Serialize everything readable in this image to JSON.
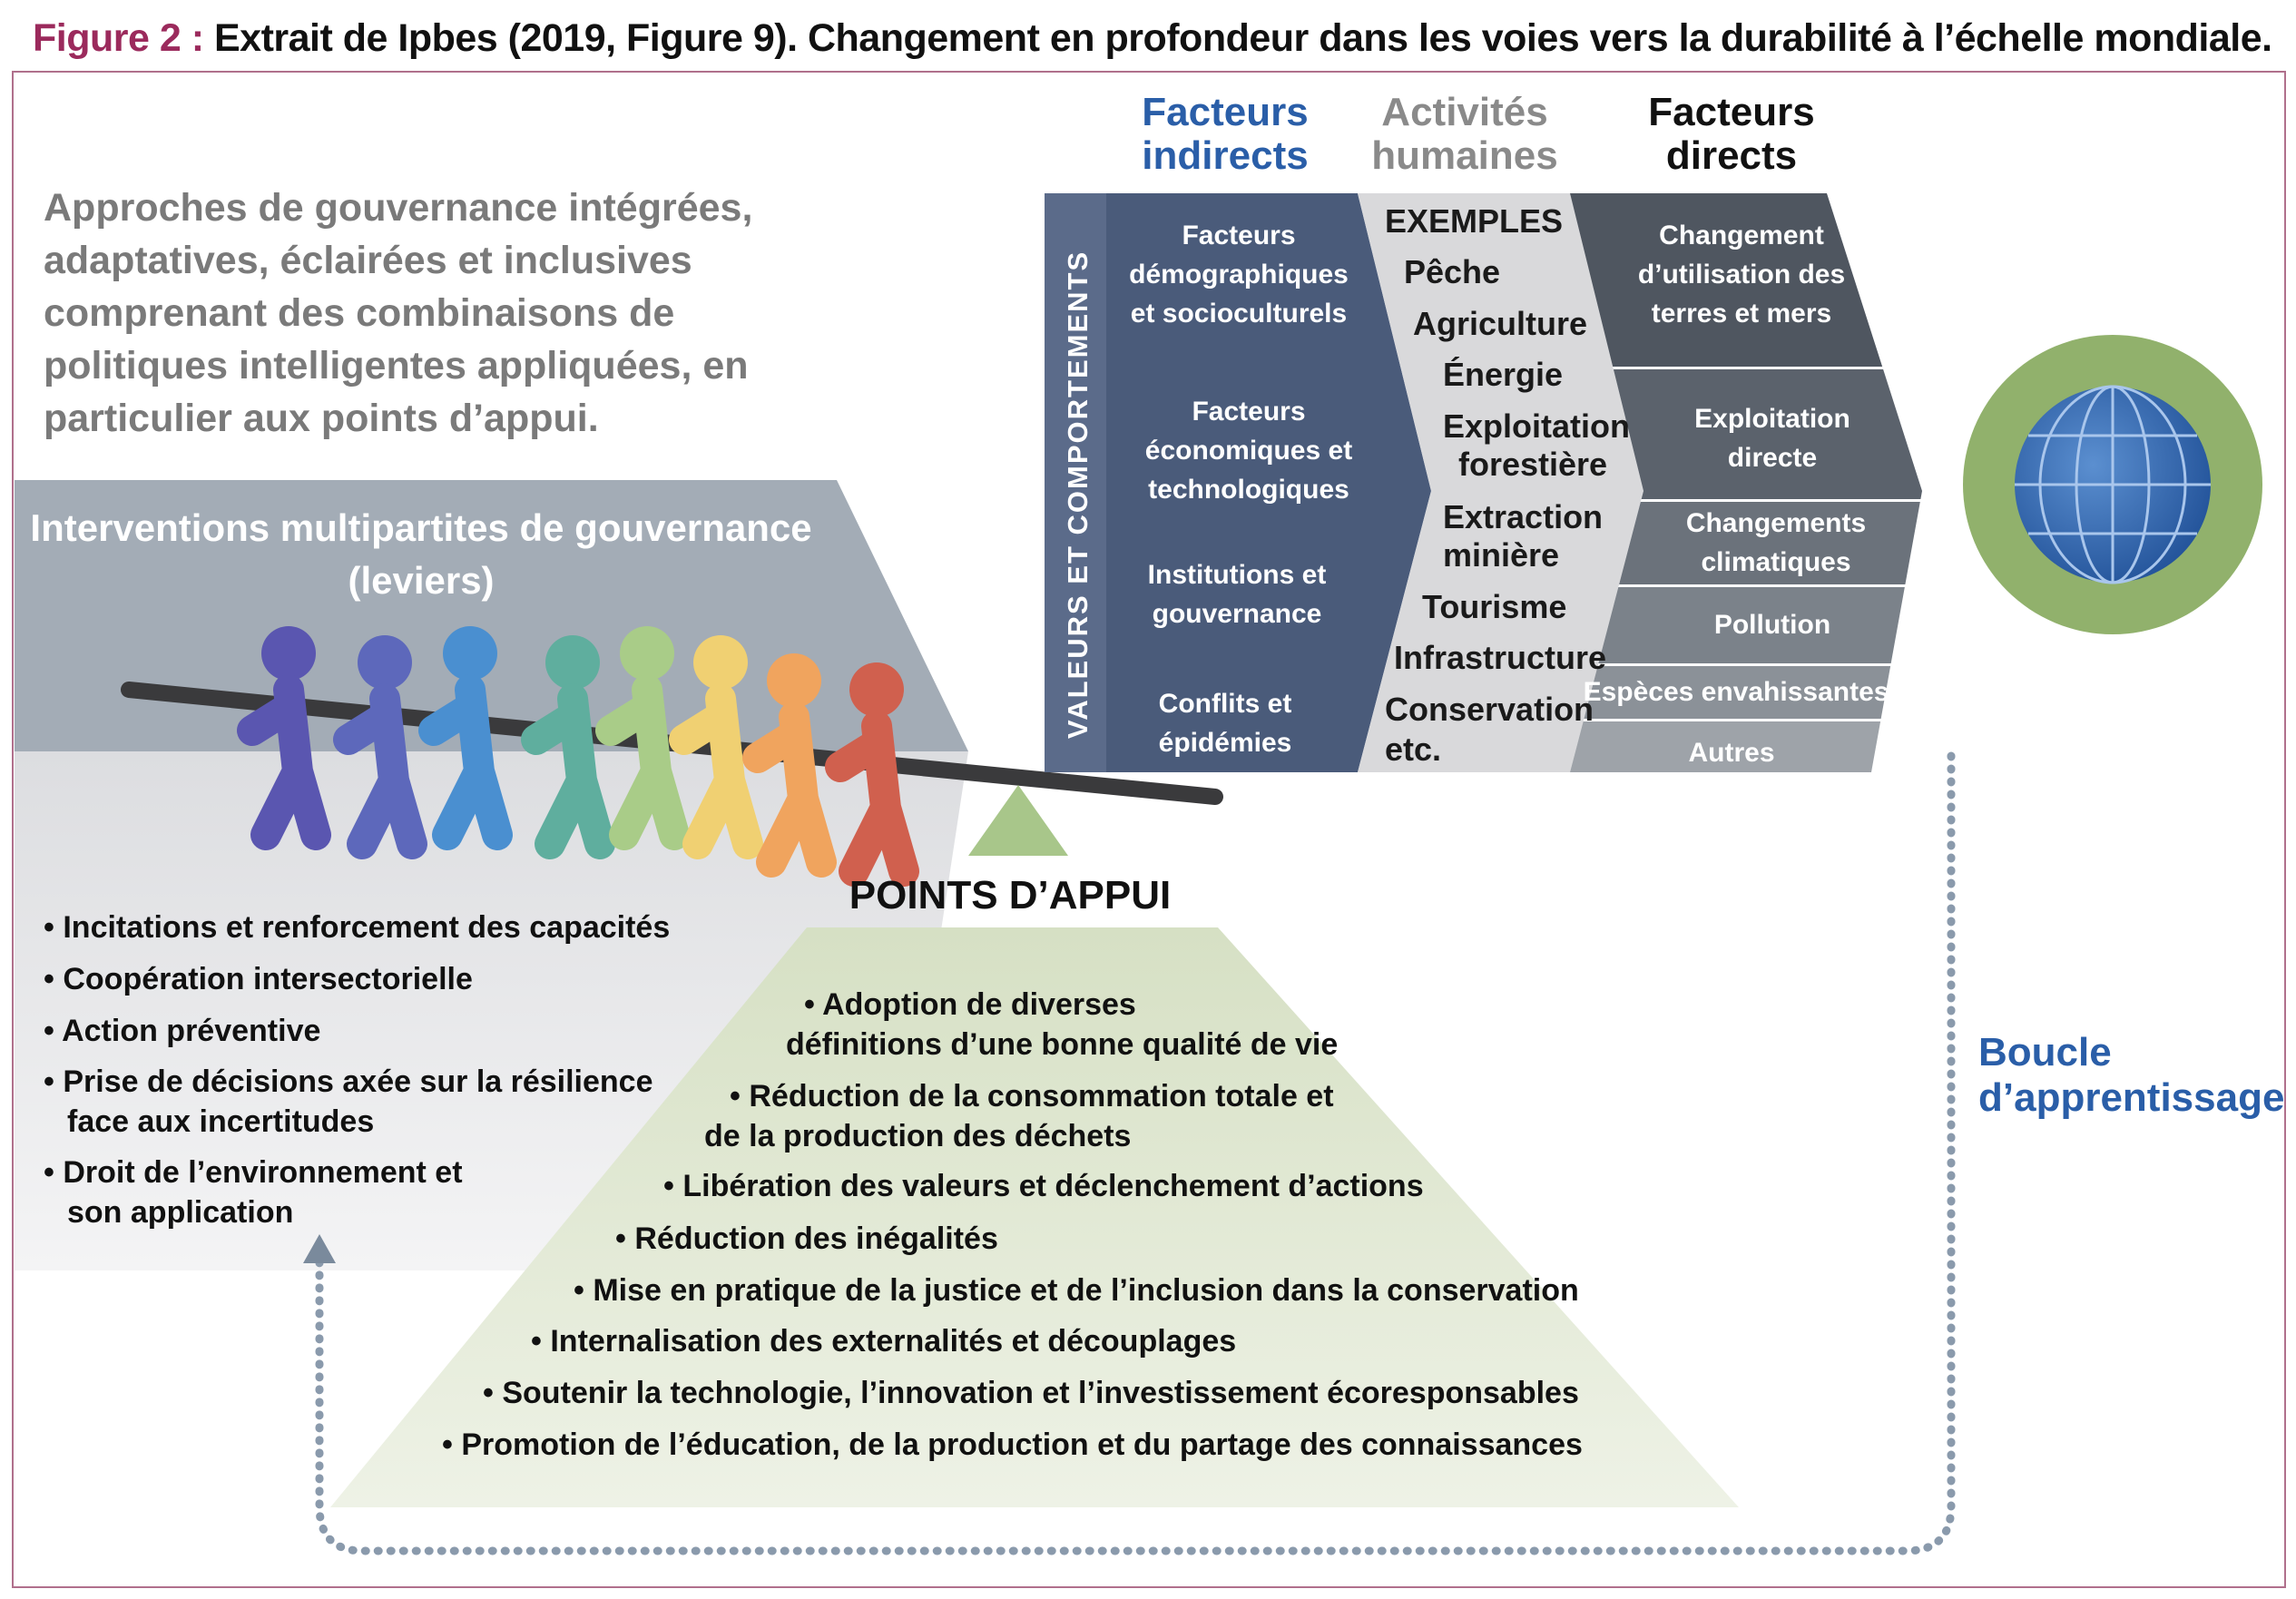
{
  "title": {
    "label": "Figure 2 :",
    "text": " Extrait de Ipbes (2019, Figure 9). Changement en profondeur dans les voies vers la durabilité à l’échelle mondiale."
  },
  "intro": "Approches de gouvernance intégrées, adaptatives, éclairées et inclusives comprenant des combinaisons de politiques intelligentes appliquées, en particulier aux points d’appui.",
  "levers": {
    "line1": "Interventions multipartites de gouvernance",
    "line2": "(leviers)",
    "items": [
      [
        "• Incitations et renforcement des capacités"
      ],
      [
        "• Coopération intersectorielle"
      ],
      [
        "• Action préventive"
      ],
      [
        "• Prise de décisions axée sur la résilience",
        "face aux incertitudes"
      ],
      [
        "• Droit de l’environnement et",
        "son application"
      ]
    ]
  },
  "points": {
    "title": "POINTS D’APPUI",
    "items": [
      [
        "• Adoption de diverses",
        "définitions d’une bonne qualité de vie"
      ],
      [
        "• Réduction de la consommation totale et",
        "de la production des déchets"
      ],
      [
        "• Libération des valeurs et déclenchement d’actions"
      ],
      [
        "• Réduction des inégalités"
      ],
      [
        "• Mise en pratique de la justice et de l’inclusion dans la conservation"
      ],
      [
        "• Internalisation des externalités et découplages"
      ],
      [
        "• Soutenir la technologie, l’innovation et l’investissement écoresponsables"
      ],
      [
        "• Promotion de l’éducation, de la production et du partage des connaissances"
      ]
    ]
  },
  "headers": {
    "indirect": [
      "Facteurs",
      "indirects"
    ],
    "activities": [
      "Activités",
      "humaines"
    ],
    "direct": [
      "Facteurs",
      "directs"
    ]
  },
  "values_label": "VALEURS ET COMPORTEMENTS",
  "indirect": [
    [
      "Facteurs",
      "démographiques",
      "et socioculturels"
    ],
    [
      "Facteurs",
      "économiques et",
      "technologiques"
    ],
    [
      "Institutions et",
      "gouvernance"
    ],
    [
      "Conflits et",
      "épidémies"
    ]
  ],
  "activities": [
    "EXEMPLES",
    "Pêche",
    "Agriculture",
    "Énergie",
    "Exploitation",
    "forestière",
    "Extraction",
    "minière",
    "Tourisme",
    "Infrastructure",
    "Conservation",
    "etc."
  ],
  "direct": [
    [
      "Changement",
      "d’utilisation des",
      "terres et mers"
    ],
    [
      "Exploitation",
      "directe"
    ],
    [
      "Changements",
      "climatiques"
    ],
    [
      "Pollution"
    ],
    [
      "Espèces envahissantes"
    ],
    [
      "Autres"
    ]
  ],
  "loop": [
    "Boucle",
    "d’apprentissage"
  ],
  "colors": {
    "accent": "#9b2a5c",
    "blue": "#2a5ea8",
    "indirect": "#4a5b7a",
    "activities": "#d9d9db"
  }
}
